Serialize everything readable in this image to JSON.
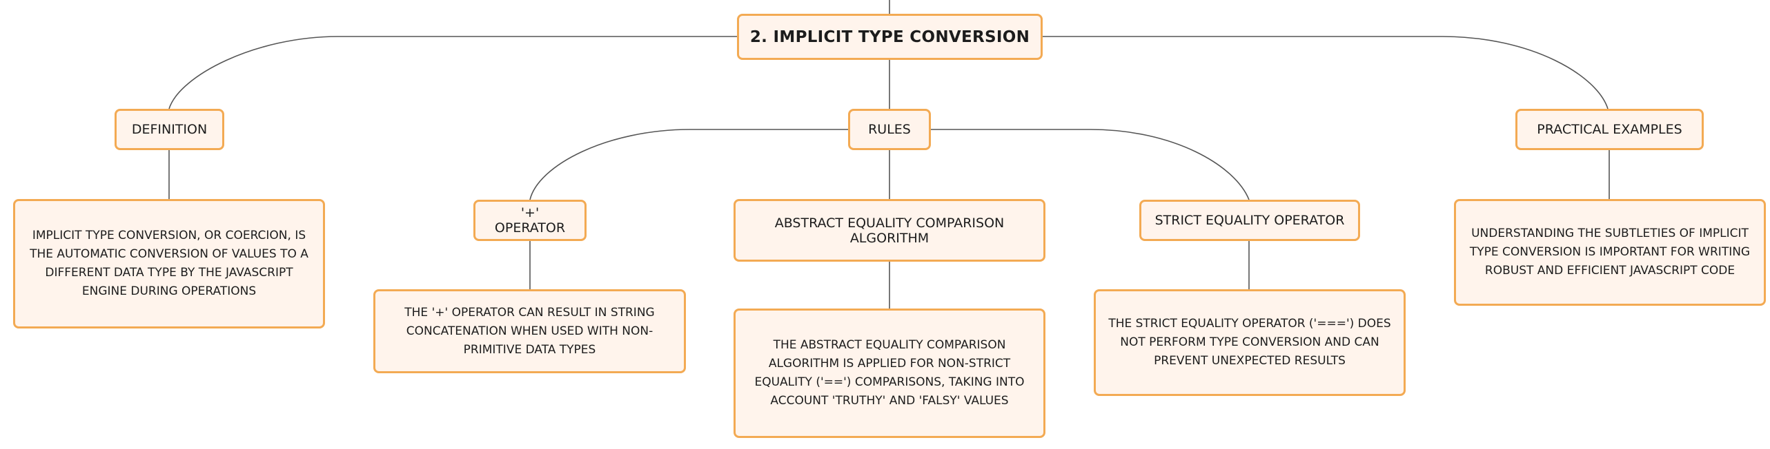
{
  "colors": {
    "node_fill": "#fff4ec",
    "node_border": "#f3aa53",
    "connector": "#555555",
    "text": "#1c1c1c"
  },
  "mindmap": {
    "root": "2. IMPLICIT TYPE CONVERSION",
    "definition": {
      "label": "DEFINITION",
      "detail": "IMPLICIT TYPE CONVERSION, OR COERCION, IS THE AUTOMATIC CONVERSION OF VALUES TO A DIFFERENT DATA TYPE BY THE JAVASCRIPT ENGINE DURING OPERATIONS"
    },
    "rules": {
      "label": "RULES",
      "plus_operator": {
        "label": "'+' OPERATOR",
        "detail": "THE '+' OPERATOR CAN RESULT IN STRING CONCATENATION WHEN USED WITH NON-PRIMITIVE DATA TYPES"
      },
      "abstract_equality": {
        "label": "ABSTRACT EQUALITY COMPARISON ALGORITHM",
        "detail": "THE ABSTRACT EQUALITY COMPARISON ALGORITHM IS APPLIED FOR NON-STRICT EQUALITY ('==') COMPARISONS, TAKING INTO ACCOUNT 'TRUTHY' AND 'FALSY' VALUES"
      },
      "strict_equality": {
        "label": "STRICT EQUALITY OPERATOR",
        "detail": "THE STRICT EQUALITY OPERATOR ('===') DOES NOT PERFORM TYPE CONVERSION AND CAN PREVENT UNEXPECTED RESULTS"
      }
    },
    "practical_examples": {
      "label": "PRACTICAL EXAMPLES",
      "detail": "UNDERSTANDING THE SUBTLETIES OF IMPLICIT TYPE CONVERSION IS IMPORTANT FOR WRITING ROBUST AND EFFICIENT JAVASCRIPT CODE"
    }
  }
}
